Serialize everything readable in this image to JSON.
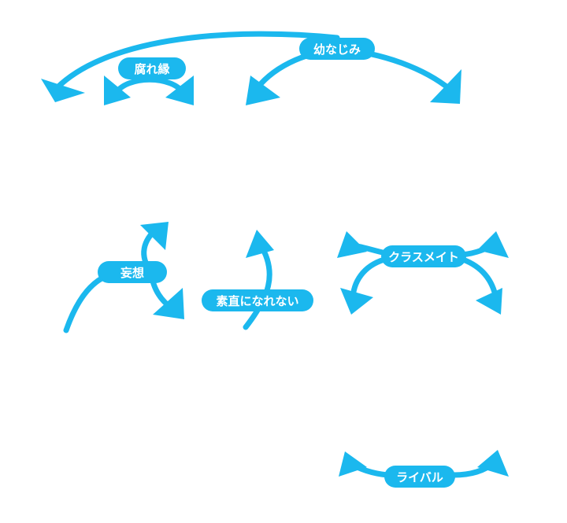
{
  "colors": {
    "arrow": "#1bb8ee",
    "label_bg": "#1bb8ee",
    "label_text": "#ffffff",
    "background": "#ffffff"
  },
  "labels": {
    "osananajimi": "幼なじみ",
    "kusareen": "腐れ縁",
    "mousou": "妄想",
    "sunao": "素直になれない",
    "classmate": "クラスメイト",
    "rival": "ライバル"
  }
}
